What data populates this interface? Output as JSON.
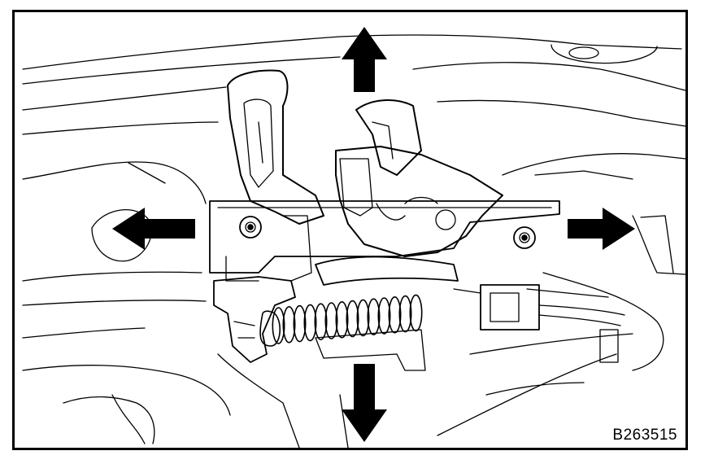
{
  "figure": {
    "code": "B263515",
    "ink_color": "#000000",
    "paper_color": "#ffffff",
    "arrows": [
      {
        "name": "up",
        "icon": "arrow-up-icon"
      },
      {
        "name": "down",
        "icon": "arrow-down-icon"
      },
      {
        "name": "left",
        "icon": "arrow-left-icon"
      },
      {
        "name": "right",
        "icon": "arrow-right-icon"
      }
    ]
  }
}
